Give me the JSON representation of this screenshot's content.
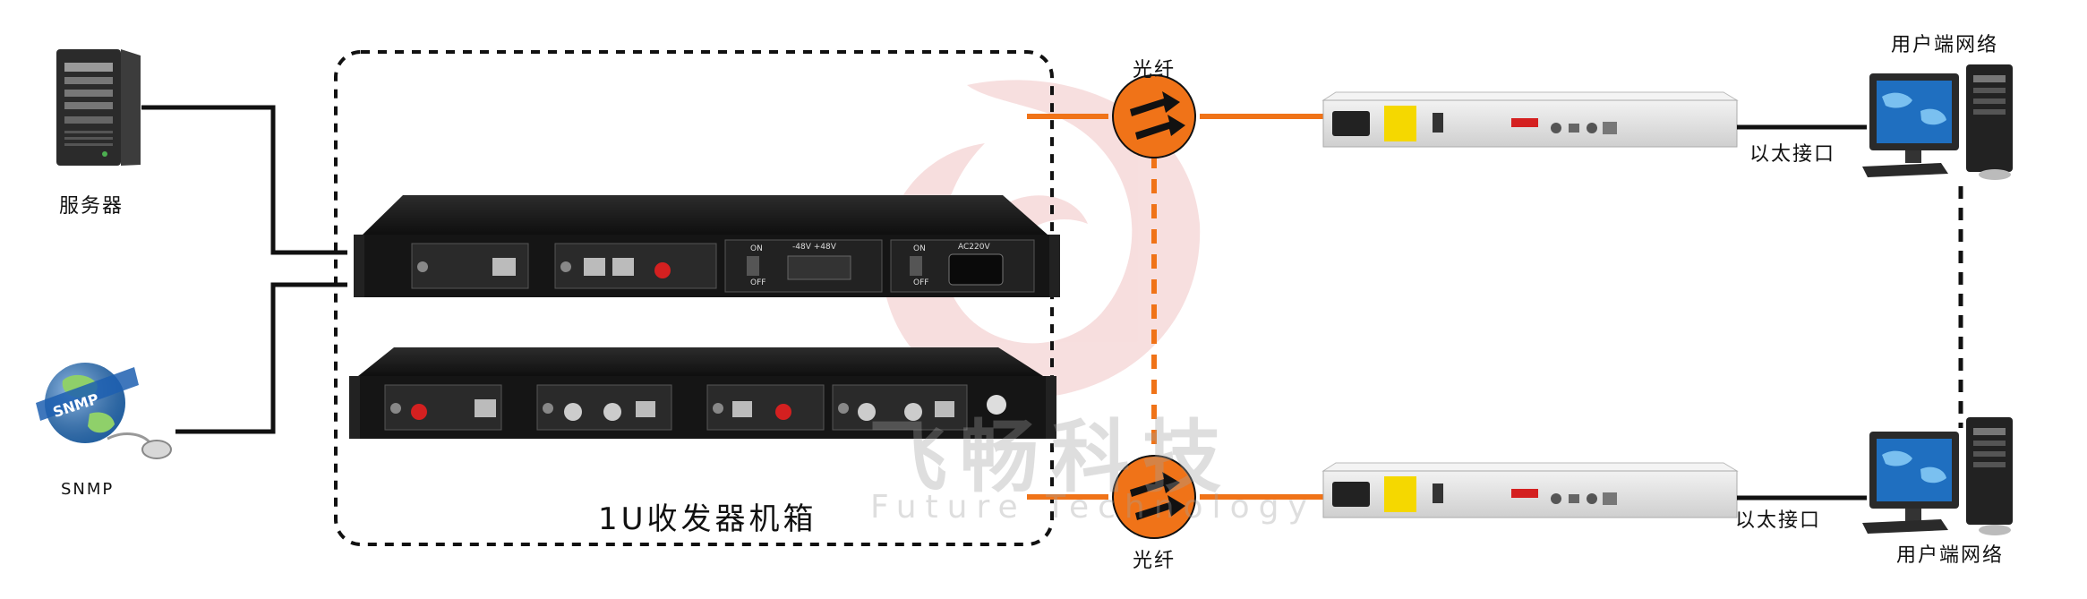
{
  "labels": {
    "server": "服务器",
    "snmp": "SNMP",
    "chassis": "1U收发器机箱",
    "fiber_top": "光纤",
    "fiber_bottom": "光纤",
    "ethernet_top": "以太接口",
    "ethernet_bottom": "以太接口",
    "user_network_top": "用户端网络",
    "user_network_bottom": "用户端网络"
  },
  "watermark": {
    "company_cn": "飞畅科技",
    "company_en": "Future Technology"
  },
  "device_markings": {
    "snmp_globe": "SNMP",
    "psu_on": "ON",
    "psu_off": "OFF",
    "psu_dc": "-48V +48V",
    "psu_ac": "AC220V"
  },
  "colors": {
    "fiber_line": "#f07318",
    "fiber_node": "#f07318",
    "cable": "#111111",
    "chassis_body": "#1b1b1b",
    "converter_body": "#e6e6e6",
    "watermark_red": "#e9a3a3"
  },
  "icons": {
    "server": "server-tower-icon",
    "snmp": "snmp-globe-icon",
    "fiber_node": "fiber-coupler-icon",
    "pc": "desktop-computer-icon"
  }
}
